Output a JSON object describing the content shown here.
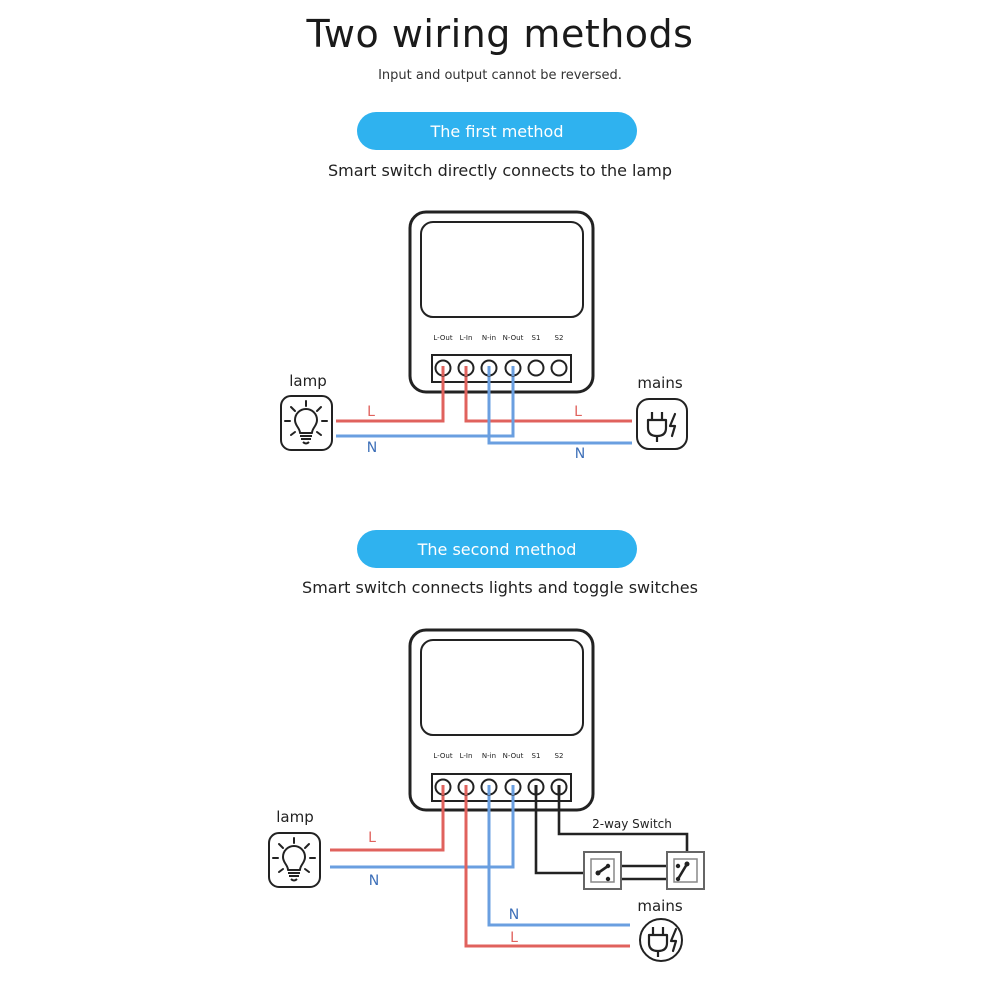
{
  "header": {
    "title": "Two wiring methods",
    "subtitle": "Input and output cannot be reversed."
  },
  "method1": {
    "pill": "The first method",
    "description": "Smart switch directly connects to the lamp",
    "terminals": [
      "L-Out",
      "L-In",
      "N-in",
      "N-Out",
      "S1",
      "S2"
    ],
    "lamp_label": "lamp",
    "mains_label": "mains",
    "wire_L_left": "L",
    "wire_N_left": "N",
    "wire_L_right": "L",
    "wire_N_right": "N"
  },
  "method2": {
    "pill": "The second method",
    "description": "Smart switch connects lights and toggle switches",
    "terminals": [
      "L-Out",
      "L-In",
      "N-in",
      "N-Out",
      "S1",
      "S2"
    ],
    "lamp_label": "lamp",
    "mains_label": "mains",
    "switch_label": "2-way Switch",
    "wire_L_left": "L",
    "wire_N_left": "N",
    "wire_N_bottom": "N",
    "wire_L_bottom": "L"
  },
  "colors": {
    "live": "#e0625d",
    "neutral": "#6a9fe0",
    "switch_wire": "#222222",
    "pill": "#2fb2ef"
  },
  "icons": [
    "lamp-bulb-icon",
    "mains-plug-icon",
    "toggle-switch-icon"
  ]
}
